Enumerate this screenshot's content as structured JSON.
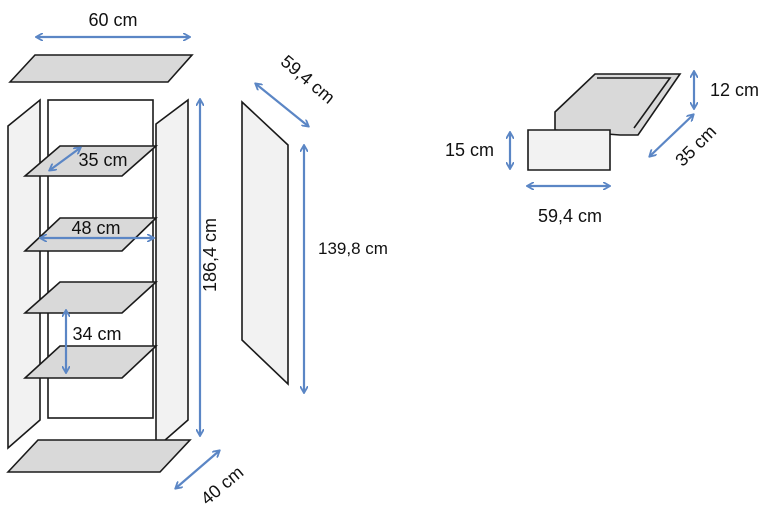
{
  "dimensions": {
    "top_width": "60 cm",
    "side_depth": "59,4 cm",
    "shelf_depth": "35 cm",
    "shelf_width": "48 cm",
    "shelf_spacing": "34 cm",
    "cabinet_height": "186,4 cm",
    "door_height": "139,8 cm",
    "base_depth": "40 cm",
    "drawer_height": "12 cm",
    "drawer_front_height": "15 cm",
    "drawer_depth": "35 cm",
    "drawer_width": "59,4 cm"
  },
  "colors": {
    "arrow": "#5b86c5",
    "panel_fill": "#d9d9d9",
    "outline": "#1a1a1a"
  }
}
